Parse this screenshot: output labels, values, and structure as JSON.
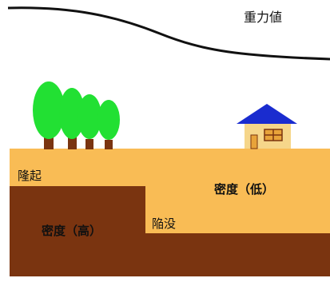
{
  "labels": {
    "gravity": "重力値",
    "uplift": "隆起",
    "subsidence": "陥没",
    "low_density": "密度（低）",
    "high_density": "密度（高）"
  },
  "colors": {
    "sediment_light": "#f9bc55",
    "basement_dark": "#7a3410",
    "tree_green": "#22e033",
    "tree_trunk": "#7a3410",
    "roof_blue": "#1a2ccf",
    "house_wall": "#f6d68a",
    "window_fill": "#e8a33a",
    "window_frame": "#7a3410",
    "curve": "#111111"
  },
  "icons": {
    "trees": "tree-icon",
    "house": "house-icon"
  }
}
